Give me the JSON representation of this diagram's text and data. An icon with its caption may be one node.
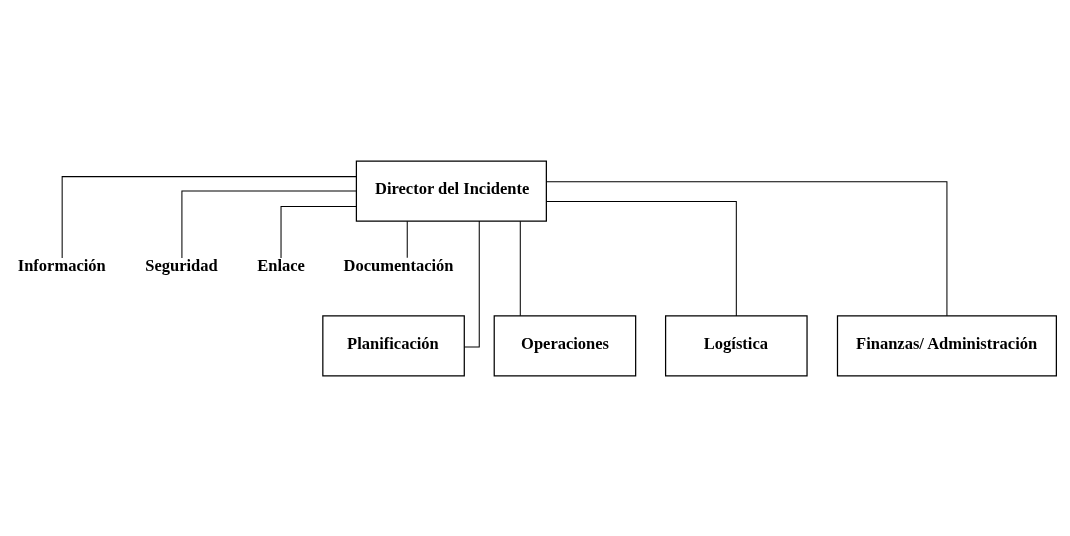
{
  "diagram": {
    "nodes": [
      {
        "text": [
          "Director del Incidente"
        ]
      },
      {
        "text": [
          "Información"
        ]
      },
      {
        "text": [
          "Seguridad"
        ]
      },
      {
        "text": [
          "Enlace"
        ]
      },
      {
        "text": [
          "Documentación"
        ]
      },
      {
        "text": [
          "Planificación"
        ]
      },
      {
        "text": [
          "Operaciones"
        ]
      },
      {
        "text": [
          "Logística"
        ]
      },
      {
        "text": [
          "Finanzas/ Administración"
        ]
      }
    ],
    "edges": [
      {
        "from": 0,
        "to": 1,
        "arrow": "none"
      },
      {
        "from": 0,
        "to": 2,
        "arrow": "none"
      },
      {
        "from": 0,
        "to": 3,
        "arrow": "none"
      },
      {
        "from": 0,
        "to": 4,
        "arrow": "none"
      },
      {
        "from": 0,
        "to": 5,
        "arrow": "none"
      },
      {
        "from": 0,
        "to": 6,
        "arrow": "none"
      },
      {
        "from": 0,
        "to": 7,
        "arrow": "none"
      },
      {
        "from": 0,
        "to": 8,
        "arrow": "none"
      }
    ]
  }
}
